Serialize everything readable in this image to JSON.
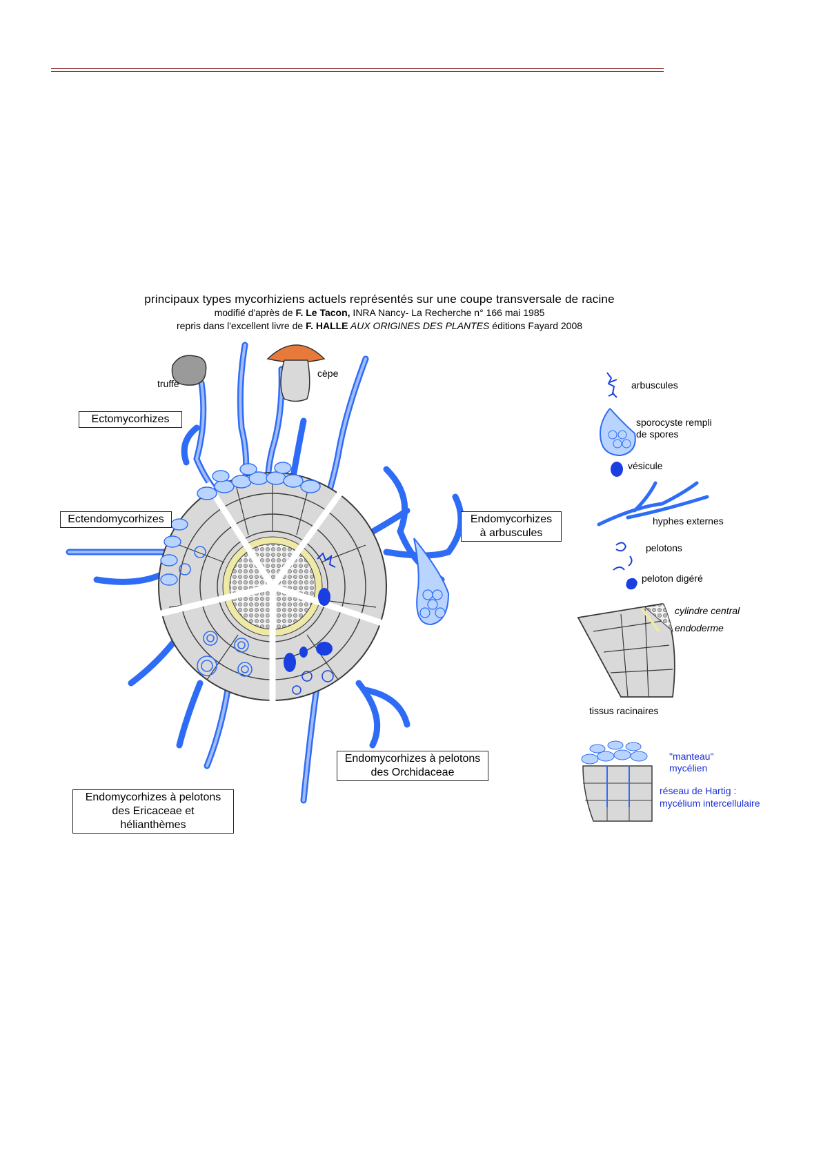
{
  "title": {
    "line1": "principaux types mycorhiziens actuels représentés sur une coupe transversale de racine",
    "line2_pre": "modifié d'après de ",
    "line2_bold": "F. Le Tacon,",
    "line2_post": " INRA Nancy- La Recherche n° 166 mai 1985",
    "line3_pre": "repris dans l'excellent livre de ",
    "line3_bold": "F. HALLE",
    "line3_ital": " AUX ORIGINES DES PLANTES",
    "line3_post": " éditions Fayard 2008"
  },
  "fungi": {
    "truffle": "truffe",
    "cep": "cèpe"
  },
  "types": {
    "ecto": "Ectomycorhizes",
    "ectendo": "Ectendomycorhizes",
    "endo_arb_1": "Endomycorhizes",
    "endo_arb_2": "à arbuscules",
    "endo_eric_1": "Endomycorhizes à pelotons",
    "endo_eric_2": "des Ericaceae et",
    "endo_eric_3": "hélianthèmes",
    "endo_orch_1": "Endomycorhizes à pelotons",
    "endo_orch_2": "des Orchidaceae"
  },
  "legend": {
    "arbuscules": "arbuscules",
    "sporocyst_1": "sporocyste rempli",
    "sporocyst_2": "de spores",
    "vesicule": "vésicule",
    "hyphes": "hyphes externes",
    "pelotons": "pelotons",
    "peloton_dig": "peloton digéré",
    "cylindre": "cylindre central",
    "endoderme": "endoderme",
    "tissus": "tissus racinaires",
    "manteau_1": "\"manteau\"",
    "manteau_2": "mycélien",
    "hartig_1": "réseau de Hartig :",
    "hartig_2": "mycélium intercellulaire"
  },
  "colors": {
    "hyphae": "#2f6cf5",
    "hyphae_light": "#b8d4ff",
    "cell_fill": "#d9d9d9",
    "cell_stroke": "#3a3a3a",
    "endoderm": "#efe9a8",
    "cep_cap": "#e77a3a",
    "truffle": "#9a9a9a",
    "rule": "#8b1a1a"
  }
}
